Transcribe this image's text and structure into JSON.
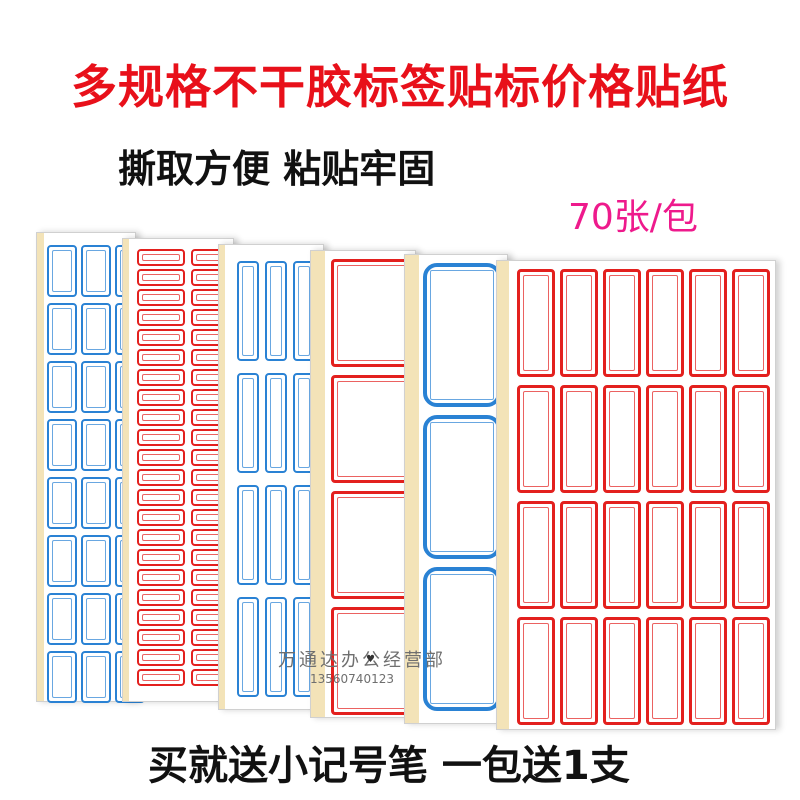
{
  "product": {
    "headline": "多规格不干胶标签贴标价格贴纸",
    "sub_headline": "撕取方便 粘贴牢固",
    "pack_badge": "70张/包",
    "footer": "买就送小记号笔 一包送1支",
    "watermark_shop": "万通达办公经营部",
    "watermark_phone": "13560740123"
  },
  "colors": {
    "headline": "#e8101a",
    "sub_headline": "#111111",
    "pack_badge": "#ee1a8c",
    "footer": "#111111",
    "label_red": "#e3201e",
    "label_blue": "#2a82d4",
    "sheet_edge": "#f3e3b8"
  },
  "sheets": [
    {
      "name": "blue-small-labels",
      "color": "blue"
    },
    {
      "name": "red-tiny-labels",
      "color": "red"
    },
    {
      "name": "blue-tall-labels",
      "color": "blue"
    },
    {
      "name": "red-medium-labels",
      "color": "red"
    },
    {
      "name": "blue-large-labels",
      "color": "blue"
    },
    {
      "name": "red-grid-labels",
      "color": "red"
    }
  ]
}
